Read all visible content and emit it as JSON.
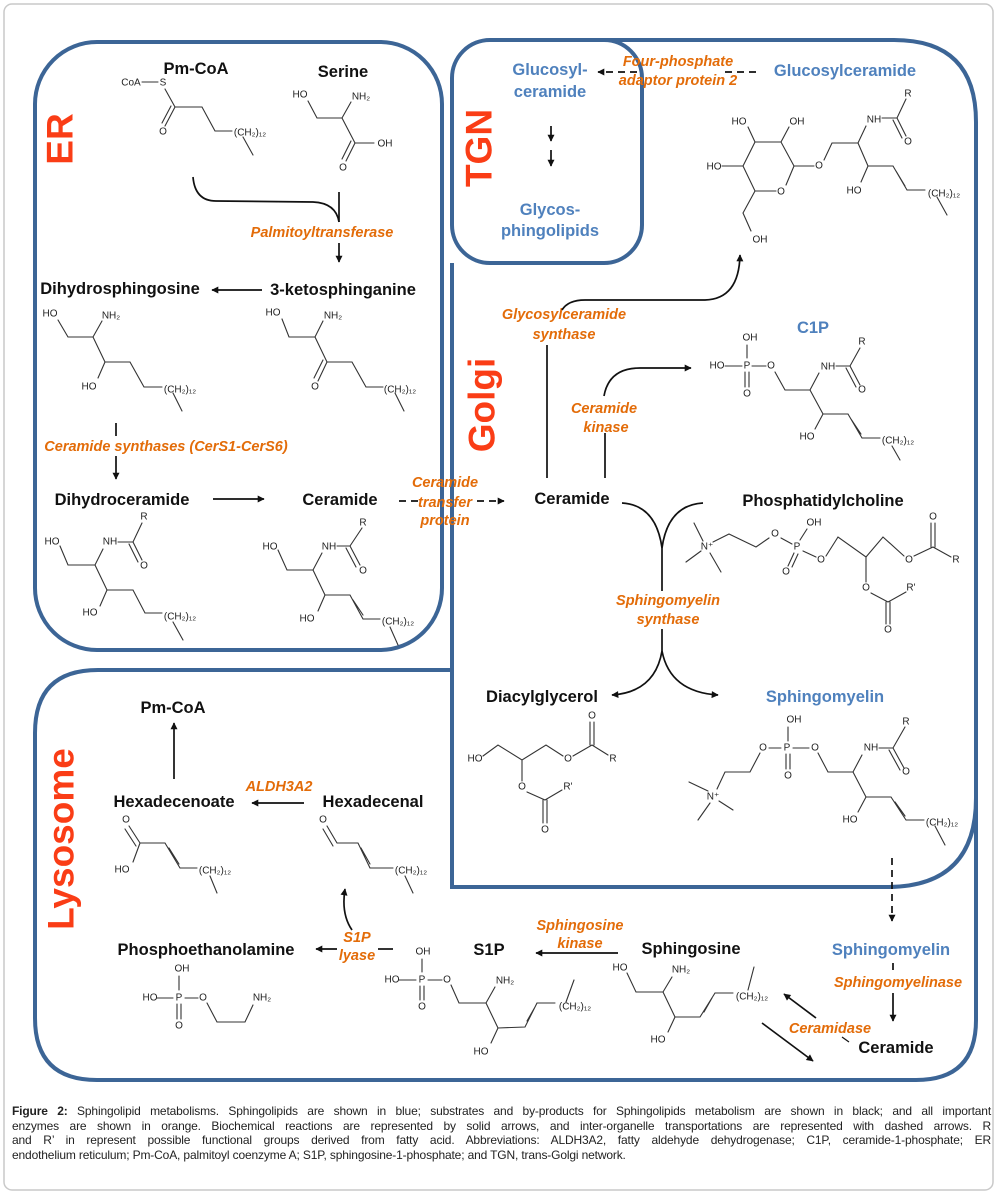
{
  "colors": {
    "sphingolipid": "#4f81bd",
    "substrate": "#111111",
    "enzyme": "#e36c09",
    "compartment_label": "#fa3d16",
    "membrane": "#3c6596"
  },
  "compartments": {
    "er": "ER",
    "tgn": "TGN",
    "golgi": "Golgi",
    "lysosome": "Lysosome"
  },
  "metabolites": {
    "er": {
      "pm_coa": "Pm-CoA",
      "serine": "Serine",
      "dihydrosphingosine": "Dihydrosphingosine",
      "ketosphinganine": "3-ketosphinganine",
      "dihydroceramide": "Dihydroceramide",
      "ceramide": "Ceramide"
    },
    "tgn": {
      "glucosylceramide": [
        "Glucosyl-",
        "ceramide"
      ],
      "glycosphingolipids": [
        "Glycos-",
        "phingolipids"
      ]
    },
    "golgi": {
      "glucosylceramide": "Glucosylceramide",
      "c1p": "C1P",
      "ceramide": "Ceramide",
      "phosphatidylcholine": "Phosphatidylcholine",
      "diacylglycerol": "Diacylglycerol",
      "sphingomyelin": "Sphingomyelin"
    },
    "lysosome": {
      "pm_coa": "Pm-CoA",
      "hexadecenoate": "Hexadecenoate",
      "hexadecenal": "Hexadecenal",
      "phosphoethanolamine": "Phosphoethanolamine",
      "s1p": "S1P",
      "sphingosine": "Sphingosine",
      "sphingomyelin": "Sphingomyelin",
      "ceramide": "Ceramide"
    }
  },
  "enzymes": {
    "four_phosphate_adaptor": [
      "Four-phosphate",
      "adaptor protein 2"
    ],
    "palmitoyltransferase": "Palmitoyltransferase",
    "ceramide_synthases": "Ceramide synthases (CerS1-CerS6)",
    "ceramide_transfer_protein": [
      "Ceramide",
      "transfer",
      "protein"
    ],
    "glycosylceramide_synthase": [
      "Glycosylceramide",
      "synthase"
    ],
    "ceramide_kinase": [
      "Ceramide",
      "kinase"
    ],
    "sphingomyelin_synthase": [
      "Sphingomyelin",
      "synthase"
    ],
    "aldh3a2": "ALDH3A2",
    "s1p_lyase": [
      "S1P",
      "lyase"
    ],
    "sphingosine_kinase": [
      "Sphingosine",
      "kinase"
    ],
    "sphingomyelinase": "Sphingomyelinase",
    "ceramidase": "Ceramidase"
  },
  "structures": {
    "pm_coa": [
      "CoA",
      "S",
      "O",
      "(CH₂)₁₂"
    ],
    "serine": [
      "HO",
      "NH₂",
      "OH",
      "O"
    ],
    "dihydrosphingosine": [
      "HO",
      "NH₂",
      "HO",
      "(CH₂)₁₂"
    ],
    "ketosphinganine": [
      "HO",
      "NH₂",
      "O",
      "(CH₂)₁₂"
    ],
    "dihydroceramide": [
      "HO",
      "NH",
      "R",
      "O",
      "HO",
      "(CH₂)₁₂"
    ],
    "ceramide_er": [
      "HO",
      "NH",
      "R",
      "O",
      "HO",
      "(CH₂)₁₂"
    ],
    "glucosylceramide": [
      "HO",
      "OH",
      "HO",
      "O",
      "OH",
      "O",
      "NH",
      "R",
      "O",
      "HO",
      "(CH₂)₁₂"
    ],
    "c1p": [
      "OH",
      "HO",
      "P",
      "O",
      "O",
      "NH",
      "R",
      "O",
      "HO",
      "(CH₂)₁₂"
    ],
    "phosphatidylcholine": [
      "N⁺",
      "O",
      "P",
      "OH",
      "O",
      "O",
      "O",
      "R",
      "O",
      "O",
      "R'",
      "O"
    ],
    "diacylglycerol": [
      "HO",
      "O",
      "R",
      "O",
      "O",
      "R'",
      "O"
    ],
    "sphingomyelin": [
      "OH",
      "O",
      "P",
      "O",
      "O",
      "N⁺",
      "NH",
      "R",
      "O",
      "HO",
      "(CH₂)₁₂"
    ],
    "hexadecenoate": [
      "O",
      "HO",
      "(CH₂)₁₂"
    ],
    "hexadecenal": [
      "O",
      "(CH₂)₁₂"
    ],
    "phosphoethanolamine": [
      "OH",
      "HO",
      "P",
      "O",
      "O",
      "NH₂"
    ],
    "s1p": [
      "OH",
      "HO",
      "P",
      "O",
      "O",
      "NH₂",
      "HO",
      "(CH₂)₁₂"
    ],
    "sphingosine": [
      "HO",
      "NH₂",
      "HO",
      "(CH₂)₁₂"
    ]
  },
  "caption": {
    "label": "Figure 2:",
    "lines": [
      "Sphingolipid metabolisms. Sphingolipids are shown in blue; substrates and by-products for Sphingolipids metabolism are shown in black; and all important",
      "enzymes are shown in orange. Biochemical reactions are represented by solid arrows, and inter-organelle transportations are represented with dashed arrows. R",
      "and R’ in represent possible functional groups derived from fatty acid. Abbreviations: ALDH3A2, fatty aldehyde dehydrogenase; C1P, ceramide-1-phosphate; ER",
      "endothelium reticulum; Pm-CoA, palmitoyl coenzyme A; S1P, sphingosine-1-phosphate; and TGN, trans-Golgi network."
    ]
  }
}
